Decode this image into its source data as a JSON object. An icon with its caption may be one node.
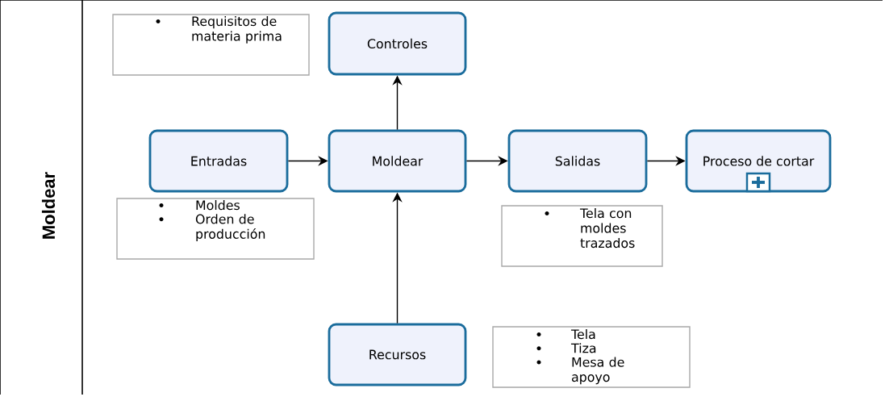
{
  "diagram": {
    "nodes": [
      {
        "text": [
          "Moldear"
        ]
      },
      {
        "text": [
          "Requisitos de materia prima"
        ],
        "in": 0
      },
      {
        "text": [
          "Controles"
        ],
        "in": 0
      },
      {
        "text": [
          "Entradas"
        ],
        "in": 0
      },
      {
        "text": [
          "Moldear"
        ],
        "in": 0
      },
      {
        "text": [
          "Salidas"
        ],
        "in": 0
      },
      {
        "text": [
          "Proceso de cortar"
        ],
        "in": 0
      },
      {
        "text": [
          "Moldes",
          "Orden de producción"
        ],
        "in": 0
      },
      {
        "text": [
          "Tela con moldes trazados"
        ],
        "in": 0
      },
      {
        "text": [
          "Recursos"
        ],
        "in": 0
      },
      {
        "text": [
          "Tela",
          "Tiza",
          "Mesa de apoyo"
        ],
        "in": 0
      }
    ],
    "edges": [
      {
        "from": 3,
        "to": 4,
        "arrow": "to"
      },
      {
        "from": 4,
        "to": 2,
        "arrow": "to"
      },
      {
        "from": 4,
        "to": 5,
        "arrow": "to"
      },
      {
        "from": 5,
        "to": 6,
        "arrow": "to"
      },
      {
        "from": 9,
        "to": 4,
        "arrow": "to"
      }
    ]
  }
}
